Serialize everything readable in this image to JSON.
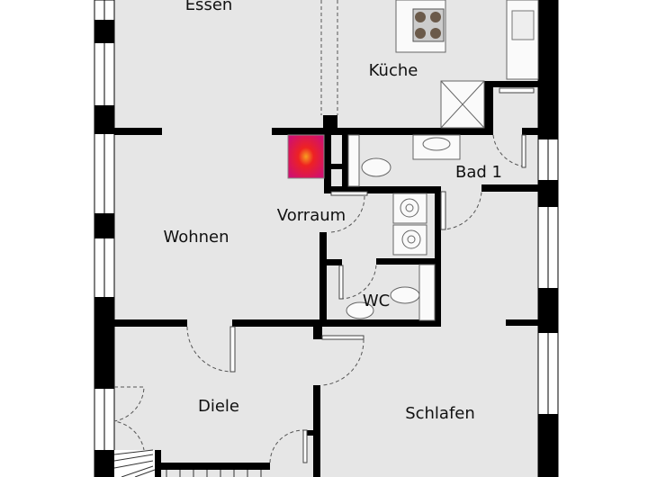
{
  "rooms": {
    "essen": "Essen",
    "kueche": "Küche",
    "bad1": "Bad 1",
    "vorraum": "Vorraum",
    "wohnen": "Wohnen",
    "wc": "WC",
    "diele": "Diele",
    "schlafen": "Schlafen"
  },
  "colors": {
    "floor": "#e6e6e6",
    "wall": "#000000",
    "heater": "#e0106a"
  }
}
